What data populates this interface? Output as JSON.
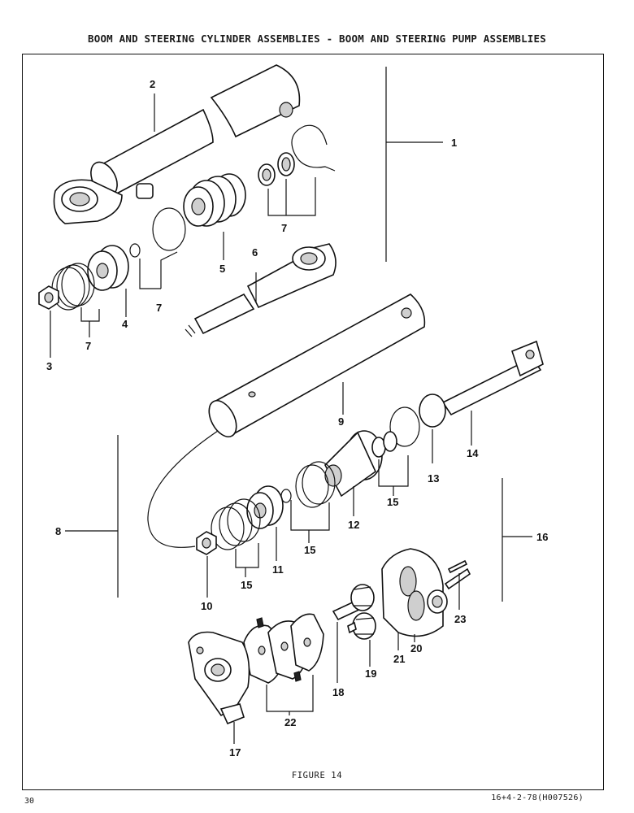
{
  "header": {
    "title": "BOOM AND STEERING CYLINDER ASSEMBLIES - BOOM AND STEERING PUMP ASSEMBLIES"
  },
  "figure": {
    "caption": "FIGURE 14",
    "callouts": [
      "1",
      "2",
      "3",
      "4",
      "5",
      "6",
      "7",
      "7",
      "7",
      "8",
      "9",
      "10",
      "11",
      "12",
      "13",
      "14",
      "15",
      "15",
      "15",
      "16",
      "17",
      "18",
      "19",
      "20",
      "21",
      "22",
      "23"
    ]
  },
  "footer": {
    "page_number": "30",
    "document_code": "16+4-2-78(H007526)"
  }
}
